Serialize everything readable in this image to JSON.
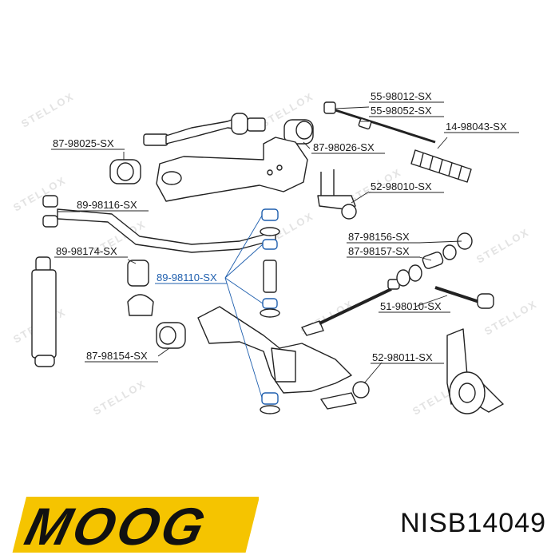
{
  "diagram": {
    "watermark": "STELLOX",
    "parts": [
      {
        "id": "p1",
        "label": "55-98012-SX"
      },
      {
        "id": "p2",
        "label": "55-98052-SX"
      },
      {
        "id": "p3",
        "label": "14-98043-SX"
      },
      {
        "id": "p4",
        "label": "87-98025-SX"
      },
      {
        "id": "p5",
        "label": "87-98026-SX"
      },
      {
        "id": "p6",
        "label": "52-98010-SX"
      },
      {
        "id": "p7",
        "label": "89-98116-SX"
      },
      {
        "id": "p8",
        "label": "87-98156-SX"
      },
      {
        "id": "p9",
        "label": "87-98157-SX"
      },
      {
        "id": "p10",
        "label": "89-98174-SX"
      },
      {
        "id": "p11",
        "label": "89-98110-SX",
        "highlighted": true
      },
      {
        "id": "p12",
        "label": "51-98010-SX"
      },
      {
        "id": "p13",
        "label": "87-98154-SX"
      },
      {
        "id": "p14",
        "label": "52-98011-SX"
      }
    ]
  },
  "footer": {
    "brand": "MOOG",
    "part_number": "NISB14049"
  },
  "colors": {
    "highlight": "#1f5fae",
    "logo_yellow": "#f5c400",
    "ink": "#1a1a1a"
  }
}
